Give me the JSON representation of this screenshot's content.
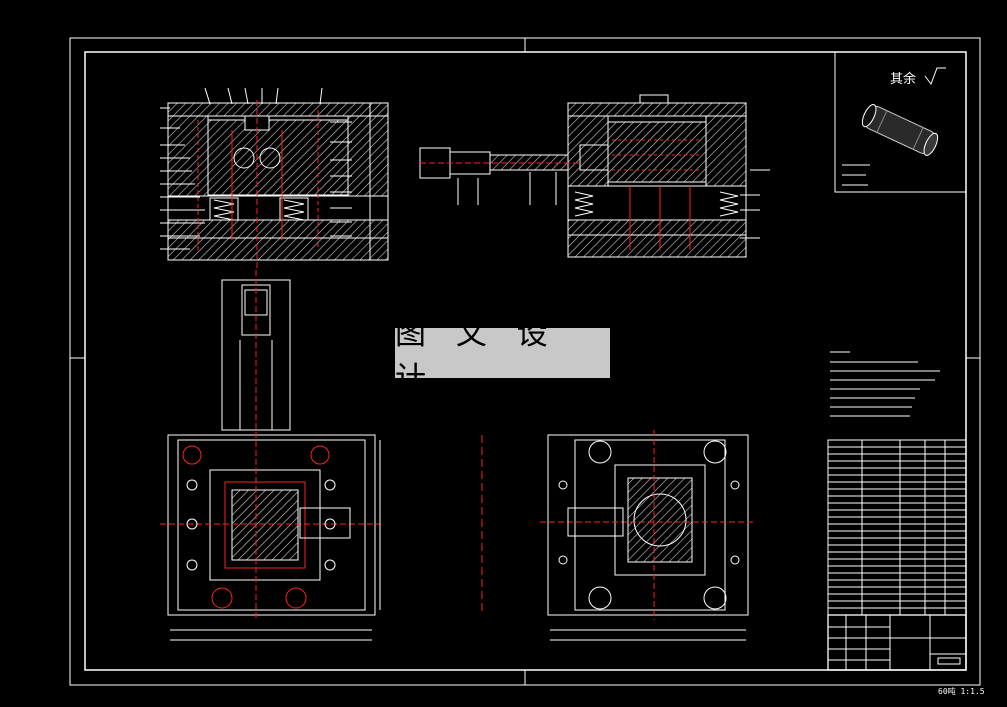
{
  "watermark": "图 文 设 计",
  "top_right_note": "其余",
  "scale_note": "60吨 1:1.5",
  "colors": {
    "background": "#000000",
    "line": "#ffffff",
    "section": "#d4d4d4",
    "center": "#ff2020"
  }
}
